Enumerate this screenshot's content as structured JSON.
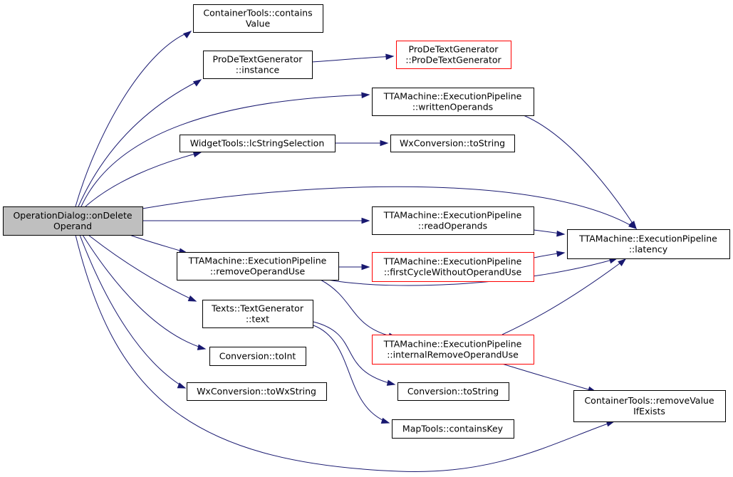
{
  "diagram": {
    "type": "call-graph",
    "colors": {
      "edge": "#191970",
      "root_fill": "#bfbfbf",
      "node_border": "#000000",
      "truncated_border": "#ff0000"
    },
    "nodes": [
      {
        "id": "root",
        "lines": [
          "OperationDialog::onDelete",
          "Operand"
        ],
        "style": "root"
      },
      {
        "id": "ct_contains",
        "lines": [
          "ContainerTools::contains",
          "Value"
        ],
        "style": "normal"
      },
      {
        "id": "pdtg_instance",
        "lines": [
          "ProDeTextGenerator",
          "::instance"
        ],
        "style": "normal"
      },
      {
        "id": "pdtg_ctor",
        "lines": [
          "ProDeTextGenerator",
          "::ProDeTextGenerator"
        ],
        "style": "truncated"
      },
      {
        "id": "ep_written",
        "lines": [
          "TTAMachine::ExecutionPipeline",
          "::writtenOperands"
        ],
        "style": "normal"
      },
      {
        "id": "wt_lcstring",
        "lines": [
          "WidgetTools::lcStringSelection"
        ],
        "style": "normal"
      },
      {
        "id": "wxc_tostring",
        "lines": [
          "WxConversion::toString"
        ],
        "style": "normal"
      },
      {
        "id": "ep_read",
        "lines": [
          "TTAMachine::ExecutionPipeline",
          "::readOperands"
        ],
        "style": "normal"
      },
      {
        "id": "ep_latency",
        "lines": [
          "TTAMachine::ExecutionPipeline",
          "::latency"
        ],
        "style": "normal"
      },
      {
        "id": "ep_remove",
        "lines": [
          "TTAMachine::ExecutionPipeline",
          "::removeOperandUse"
        ],
        "style": "normal"
      },
      {
        "id": "ep_firstcycle",
        "lines": [
          "TTAMachine::ExecutionPipeline",
          "::firstCycleWithoutOperandUse"
        ],
        "style": "truncated"
      },
      {
        "id": "tg_text",
        "lines": [
          "Texts::TextGenerator",
          "::text"
        ],
        "style": "normal"
      },
      {
        "id": "ep_internal",
        "lines": [
          "TTAMachine::ExecutionPipeline",
          "::internalRemoveOperandUse"
        ],
        "style": "truncated"
      },
      {
        "id": "conv_toint",
        "lines": [
          "Conversion::toInt"
        ],
        "style": "normal"
      },
      {
        "id": "wxc_towx",
        "lines": [
          "WxConversion::toWxString"
        ],
        "style": "normal"
      },
      {
        "id": "conv_tostring",
        "lines": [
          "Conversion::toString"
        ],
        "style": "normal"
      },
      {
        "id": "ct_removevalue",
        "lines": [
          "ContainerTools::removeValue",
          "IfExists"
        ],
        "style": "normal"
      },
      {
        "id": "mt_containskey",
        "lines": [
          "MapTools::containsKey"
        ],
        "style": "normal"
      }
    ],
    "edges": [
      {
        "from": "root",
        "to": "ct_contains"
      },
      {
        "from": "root",
        "to": "pdtg_instance"
      },
      {
        "from": "root",
        "to": "ep_written"
      },
      {
        "from": "root",
        "to": "wt_lcstring"
      },
      {
        "from": "root",
        "to": "ep_latency"
      },
      {
        "from": "root",
        "to": "ep_read"
      },
      {
        "from": "root",
        "to": "ep_remove"
      },
      {
        "from": "root",
        "to": "tg_text"
      },
      {
        "from": "root",
        "to": "conv_toint"
      },
      {
        "from": "root",
        "to": "wxc_towx"
      },
      {
        "from": "root",
        "to": "ct_removevalue"
      },
      {
        "from": "pdtg_instance",
        "to": "pdtg_ctor"
      },
      {
        "from": "wt_lcstring",
        "to": "wxc_tostring"
      },
      {
        "from": "ep_written",
        "to": "ep_latency"
      },
      {
        "from": "ep_read",
        "to": "ep_latency"
      },
      {
        "from": "ep_remove",
        "to": "ep_firstcycle"
      },
      {
        "from": "ep_remove",
        "to": "ep_latency"
      },
      {
        "from": "ep_remove",
        "to": "ep_internal"
      },
      {
        "from": "ep_firstcycle",
        "to": "ep_latency"
      },
      {
        "from": "ep_internal",
        "to": "ep_latency"
      },
      {
        "from": "ep_internal",
        "to": "ct_removevalue"
      },
      {
        "from": "tg_text",
        "to": "conv_tostring"
      },
      {
        "from": "tg_text",
        "to": "mt_containskey"
      }
    ]
  }
}
